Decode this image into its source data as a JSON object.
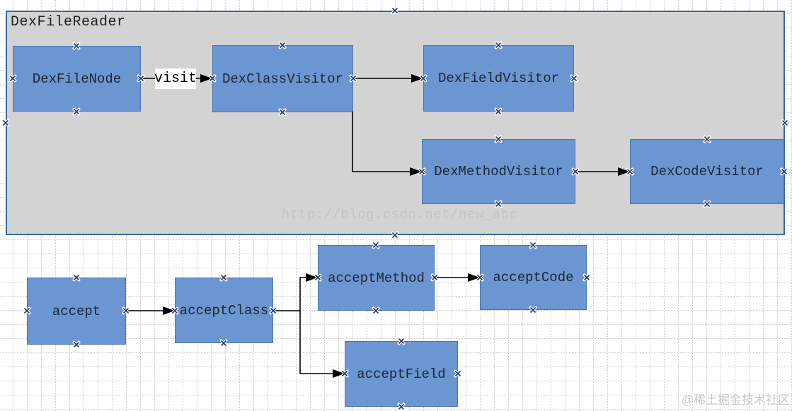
{
  "diagram": {
    "group": {
      "title": "DexFileReader"
    },
    "nodes": [
      {
        "id": "dexFileNode",
        "label": "DexFileNode"
      },
      {
        "id": "dexClassVisitor",
        "label": "DexClassVisitor"
      },
      {
        "id": "dexFieldVisitor",
        "label": "DexFieldVisitor"
      },
      {
        "id": "dexMethodVisitor",
        "label": "DexMethodVisitor"
      },
      {
        "id": "dexCodeVisitor",
        "label": "DexCodeVisitor"
      },
      {
        "id": "accept",
        "label": "accept"
      },
      {
        "id": "acceptClass",
        "label": "acceptClass"
      },
      {
        "id": "acceptMethod",
        "label": "acceptMethod"
      },
      {
        "id": "acceptCode",
        "label": "acceptCode"
      },
      {
        "id": "acceptField",
        "label": "acceptField"
      }
    ],
    "edges": [
      {
        "from": "DexFileNode",
        "to": "DexClassVisitor",
        "label": "visit"
      },
      {
        "from": "DexClassVisitor",
        "to": "DexFieldVisitor",
        "label": ""
      },
      {
        "from": "DexClassVisitor",
        "to": "DexMethodVisitor",
        "label": ""
      },
      {
        "from": "DexMethodVisitor",
        "to": "DexCodeVisitor",
        "label": ""
      },
      {
        "from": "accept",
        "to": "acceptClass",
        "label": ""
      },
      {
        "from": "acceptClass",
        "to": "acceptMethod",
        "label": ""
      },
      {
        "from": "acceptClass",
        "to": "acceptField",
        "label": ""
      },
      {
        "from": "acceptMethod",
        "to": "acceptCode",
        "label": ""
      }
    ]
  },
  "watermarks": {
    "csdn": "http://blog.csdn.net/new_abc",
    "juejin": "@稀土掘金技术社区"
  },
  "colors": {
    "node_fill": "#6c96d2",
    "node_border": "#4a74ad",
    "node_text": "#1b2633",
    "group_fill": "#d3d3d3",
    "group_border": "#35699e",
    "arrow": "#000000",
    "grid_line": "#cbcbcb",
    "watermark_csdn": "#c4c4c4",
    "watermark_juejin": "#c9c9c9",
    "title_text": "#1f1f1f"
  }
}
